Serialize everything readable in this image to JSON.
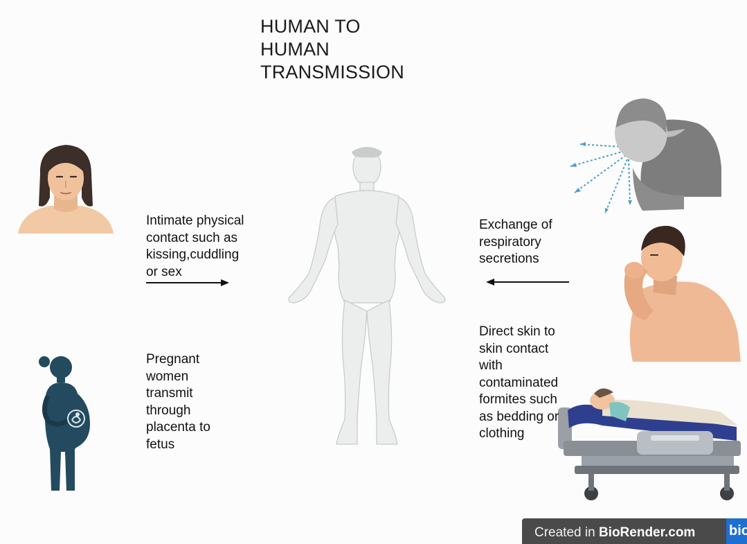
{
  "title": {
    "line1": "HUMAN TO",
    "line2": "HUMAN",
    "line3": "TRANSMISSION"
  },
  "labels": {
    "intimate": {
      "line1": "Intimate physical",
      "line2": "contact such as",
      "line3": "kissing,cuddling",
      "line4": "or sex"
    },
    "respiratory": {
      "line1": "Exchange of",
      "line2": "respiratory",
      "line3": "secretions"
    },
    "skin": {
      "line1": "Direct skin to",
      "line2": "skin contact",
      "line3": "with",
      "line4": "contaminated",
      "line5": "formites such",
      "line6": "as bedding or",
      "line7": "clothing"
    },
    "pregnant": {
      "line1": "Pregnant",
      "line2": "women",
      "line3": "transmit",
      "line4": "through",
      "line5": "placenta to",
      "line6": "fetus"
    }
  },
  "footer": {
    "created_in": "Created in ",
    "brand": "BioRender.com",
    "logo": "bio"
  },
  "icons": [
    "woman-portrait-icon",
    "pregnant-woman-icon",
    "human-body-icon",
    "sneezing-man-icon",
    "coughing-man-icon",
    "hospital-bed-patient-icon",
    "right-arrow-icon",
    "left-arrow-icon"
  ],
  "colors": {
    "pregnant_silhouette": "#234a5e",
    "droplets": "#4a9fc8",
    "bed_frame": "#8a8f96",
    "mattress": "#2f3f8f"
  }
}
